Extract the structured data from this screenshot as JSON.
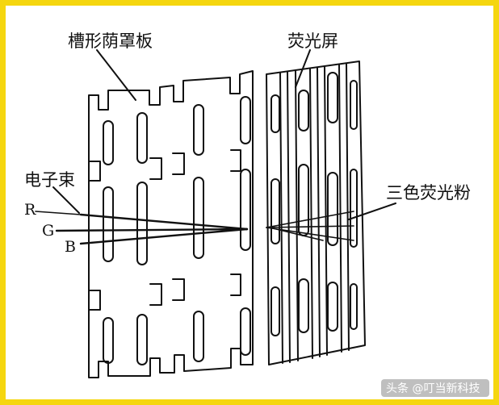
{
  "labels": {
    "slot_mask": "槽形荫罩板",
    "phosphor_screen": "荧光屏",
    "electron_beam": "电子束",
    "tricolor_phosphor": "三色荧光粉",
    "beam_r": "R",
    "beam_g": "G",
    "beam_b": "B"
  },
  "watermark": "头条 @叮当新科技",
  "colors": {
    "frame": "#f5d60f",
    "ink": "#111111",
    "background": "#ffffff"
  }
}
